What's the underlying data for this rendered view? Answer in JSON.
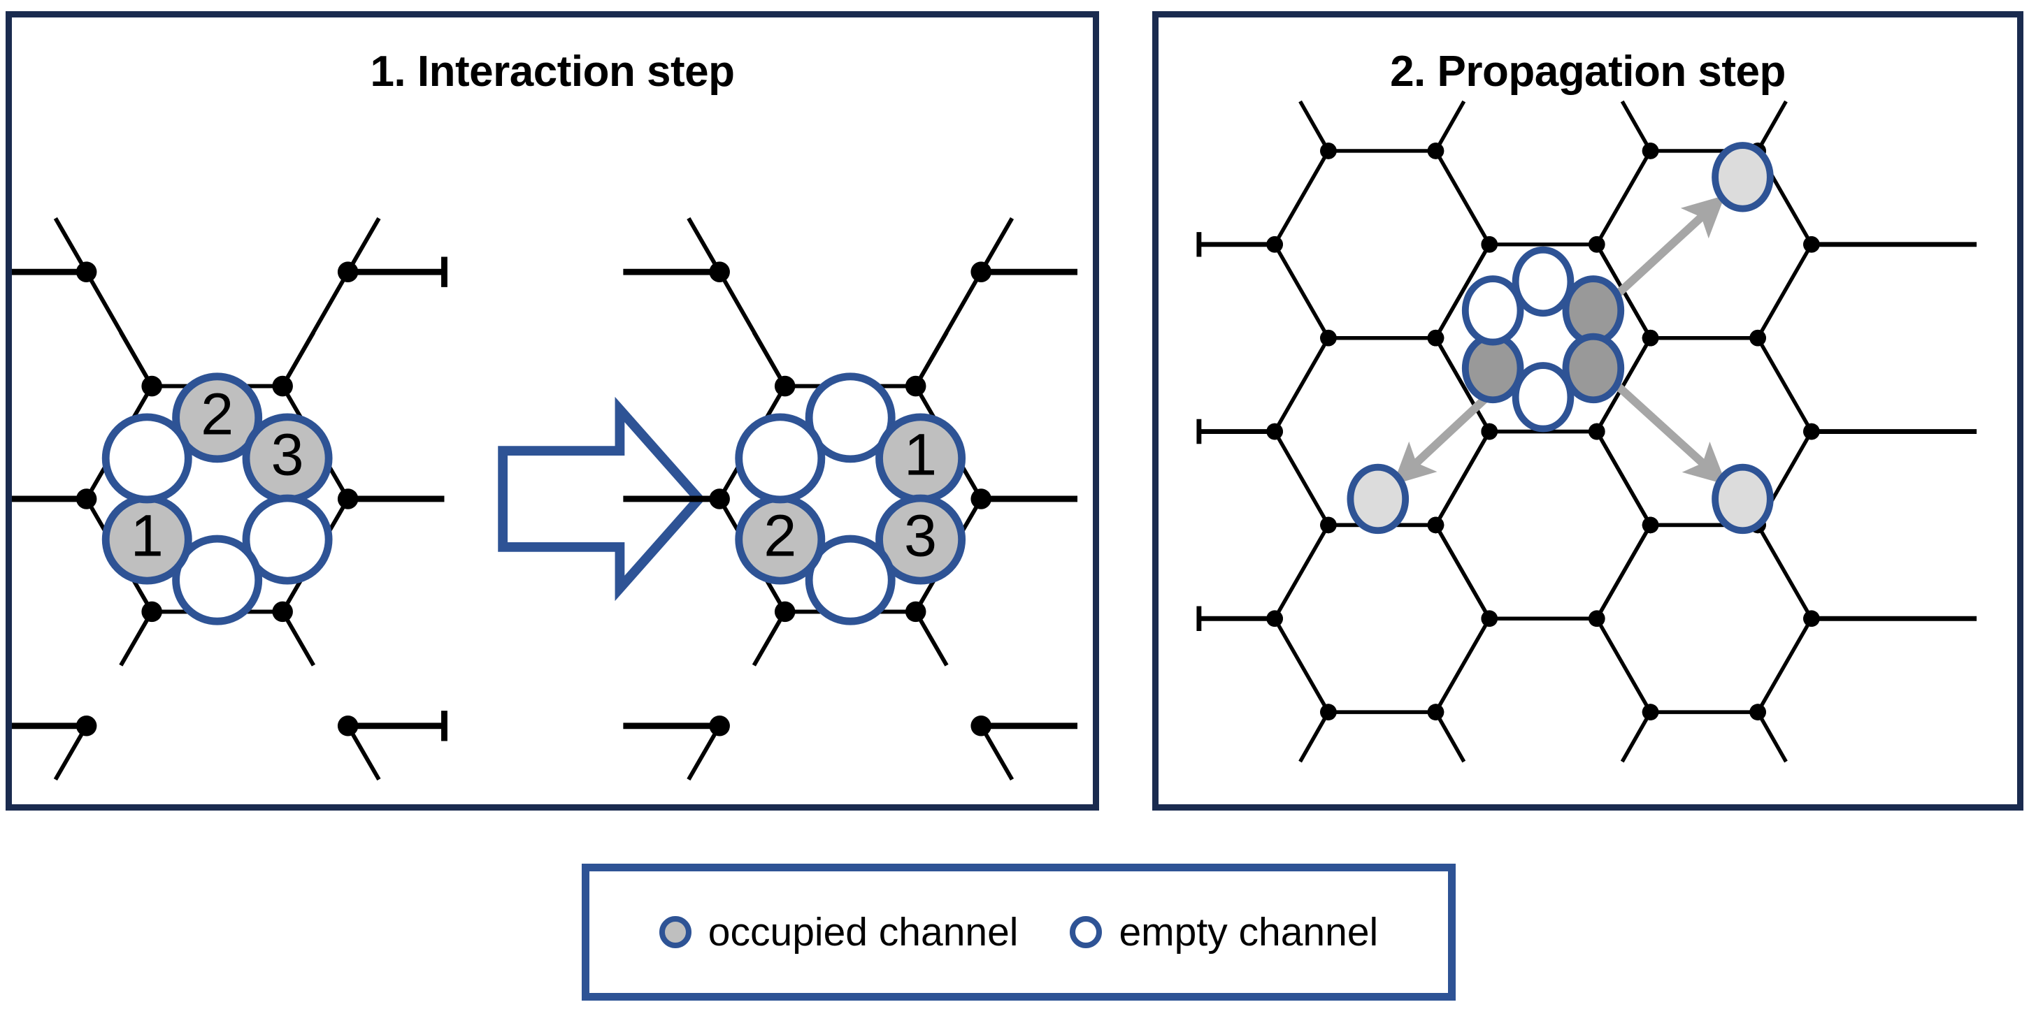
{
  "figure": {
    "title_hidden": "",
    "colors": {
      "panel_border": "#1A2B4F",
      "legend_border": "#2E5395",
      "channel_stroke": "#2E5395",
      "occupied_fill": "#BFBFBF",
      "empty_fill": "#FFFFFF",
      "destination_fill": "#DCDCDC",
      "lattice_line": "#000000",
      "arrow_big": "#2E5395",
      "arrow_propagation": "#A6A6A6"
    }
  },
  "panels": [
    {
      "id": "interaction",
      "title": "1. Interaction step",
      "pre_state": {
        "caption_hidden": "",
        "channels": [
          {
            "slot": "top",
            "state": "occupied",
            "label": "2"
          },
          {
            "slot": "top-right",
            "state": "occupied",
            "label": "3"
          },
          {
            "slot": "bottom-right",
            "state": "empty",
            "label": ""
          },
          {
            "slot": "bottom",
            "state": "empty",
            "label": ""
          },
          {
            "slot": "bottom-left",
            "state": "occupied",
            "label": "1"
          },
          {
            "slot": "top-left",
            "state": "empty",
            "label": ""
          }
        ]
      },
      "post_state": {
        "caption_hidden": "",
        "channels": [
          {
            "slot": "top",
            "state": "empty",
            "label": ""
          },
          {
            "slot": "top-right",
            "state": "occupied",
            "label": "1"
          },
          {
            "slot": "bottom-right",
            "state": "occupied",
            "label": "3"
          },
          {
            "slot": "bottom",
            "state": "empty",
            "label": ""
          },
          {
            "slot": "bottom-left",
            "state": "occupied",
            "label": "2"
          },
          {
            "slot": "top-left",
            "state": "empty",
            "label": ""
          }
        ]
      },
      "transition_arrow": {
        "direction": "right",
        "style": "block-outline"
      }
    },
    {
      "id": "propagation",
      "title": "2. Propagation step",
      "center_cell_channels": [
        {
          "slot": "top",
          "state": "empty"
        },
        {
          "slot": "top-right",
          "state": "occupied"
        },
        {
          "slot": "bottom-right",
          "state": "occupied"
        },
        {
          "slot": "bottom",
          "state": "empty"
        },
        {
          "slot": "bottom-left",
          "state": "occupied"
        },
        {
          "slot": "top-left",
          "state": "empty"
        }
      ],
      "propagation_arrows": [
        {
          "from_slot": "top-right",
          "to_direction": "upper-right",
          "destination_state": "destination"
        },
        {
          "from_slot": "bottom-left",
          "to_direction": "lower-left",
          "destination_state": "destination"
        },
        {
          "from_slot": "bottom-right",
          "to_direction": "lower-right",
          "destination_state": "destination"
        }
      ]
    }
  ],
  "legend": {
    "items": [
      {
        "marker": "occupied",
        "label": "occupied channel"
      },
      {
        "marker": "empty",
        "label": "empty channel"
      }
    ]
  }
}
